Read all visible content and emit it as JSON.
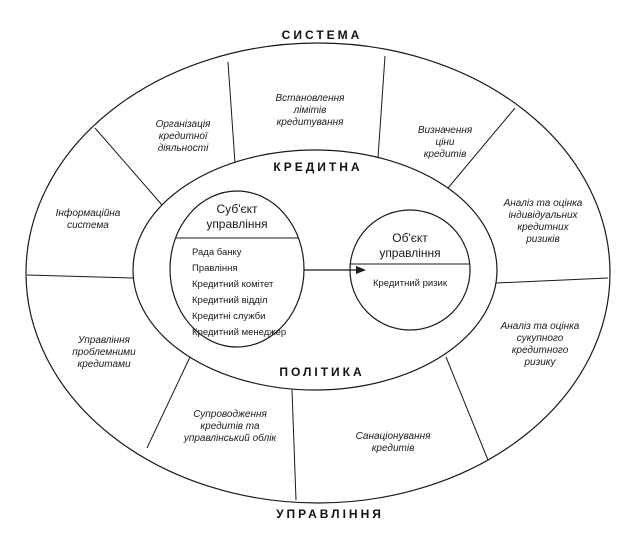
{
  "titles": {
    "top": "СИСТЕМА",
    "bottom": "УПРАВЛІННЯ",
    "inner_top": "КРЕДИТНА",
    "inner_bottom": "ПОЛІТИКА"
  },
  "segments": [
    [
      "Встановлення",
      "лімітів",
      "кредитування"
    ],
    [
      "Визначення",
      "ціни",
      "кредитів"
    ],
    [
      "Аналіз та оцінка",
      "індивідуальних",
      "кредитних",
      "ризиків"
    ],
    [
      "Аналіз та оцінка",
      "сукупного",
      "кредитного",
      "ризику"
    ],
    [
      "Санаціонування",
      "кредитів"
    ],
    [
      "Супроводження",
      "кредитів та",
      "управлінський облік"
    ],
    [
      "Управління",
      "проблемними",
      "кредитами"
    ],
    [
      "Інформаційна",
      "система"
    ],
    [
      "Організація",
      "кредитної",
      "діяльності"
    ]
  ],
  "subject": {
    "heading": [
      "Суб'єкт",
      "управління"
    ],
    "items": [
      "Рада банку",
      "Правління",
      "Кредитний комітет",
      "Кредитний відділ",
      "Кредитні служби",
      "Кредитний менеджер"
    ]
  },
  "object": {
    "heading": [
      "Об'єкт",
      "управління"
    ],
    "items": [
      "Кредитний ризик"
    ]
  }
}
